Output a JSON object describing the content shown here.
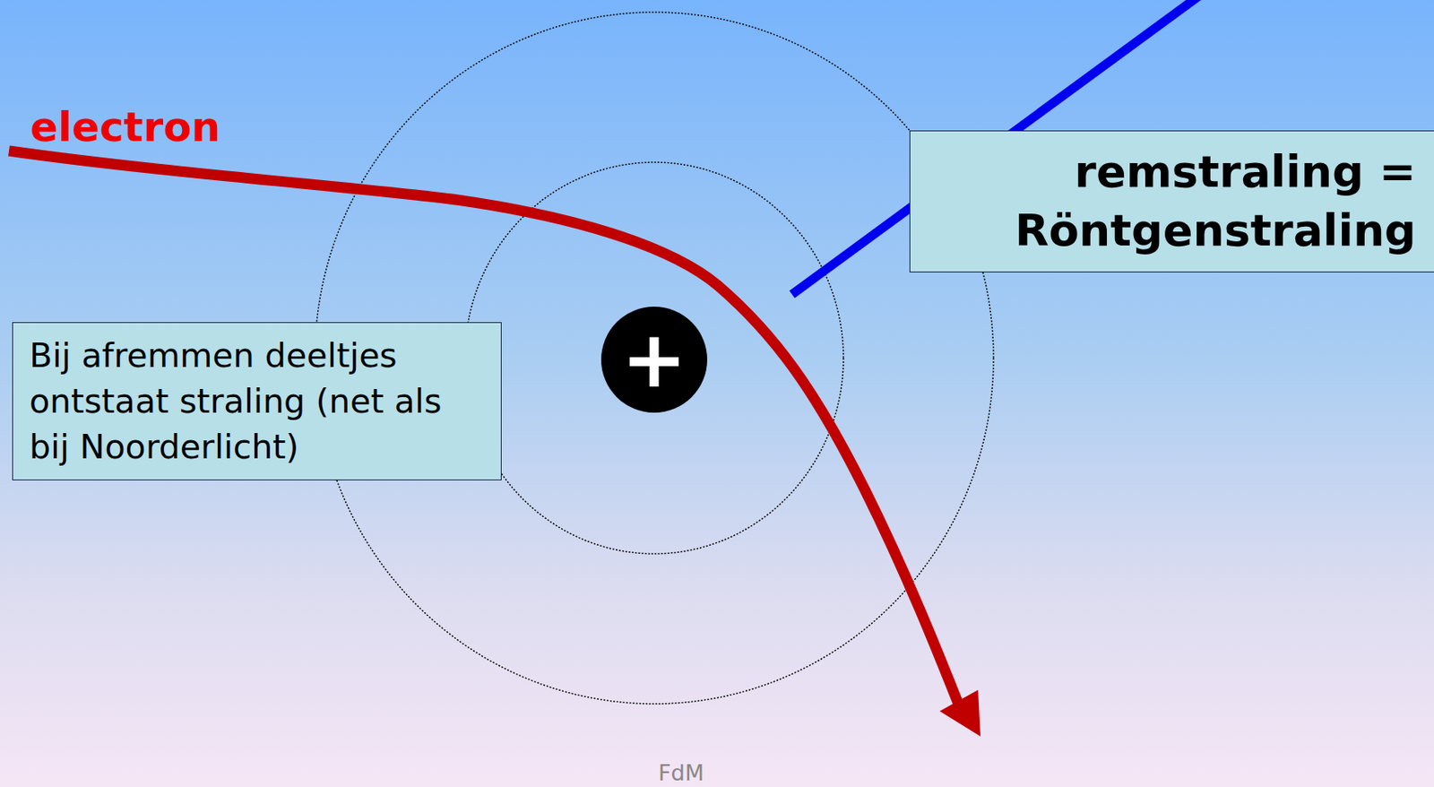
{
  "diagram": {
    "nodes": [
      {
        "text": [
          "remstraling = Röntgenstraling"
        ]
      },
      {
        "text": [
          "Bij afremmen deeltjes ontstaat straling (net als bij Noorderlicht)"
        ]
      },
      {
        "text": [
          "+"
        ]
      }
    ],
    "labels": [
      "electron",
      "FdM"
    ]
  }
}
